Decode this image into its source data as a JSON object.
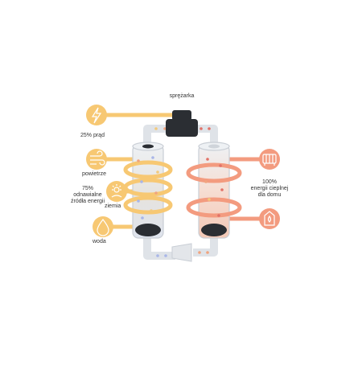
{
  "labels": {
    "compressor": "sprężarka",
    "electricity": "25% prąd",
    "air": "powietrze",
    "renewable_line1": "75%",
    "renewable_line2": "odnawialne",
    "renewable_line3": "źródła energii",
    "ground": "ziemia",
    "water": "woda",
    "home_heat_line1": "100%",
    "home_heat_line2": "energii cieplnej",
    "home_heat_line3": "dla domu"
  },
  "icons": {
    "electricity": "lightning-bolt-icon",
    "air": "wind-icon",
    "ground": "sun-flower-icon",
    "water": "droplet-icon",
    "radiator": "radiator-icon",
    "hot_water": "hot-water-tank-icon"
  },
  "colors": {
    "source_yellow": "#f7c873",
    "heat_orange": "#f39b7f",
    "compressor_dark": "#2b2e33",
    "vessel_glass": "#e9ecf0",
    "pipe": "#dfe3e8"
  }
}
